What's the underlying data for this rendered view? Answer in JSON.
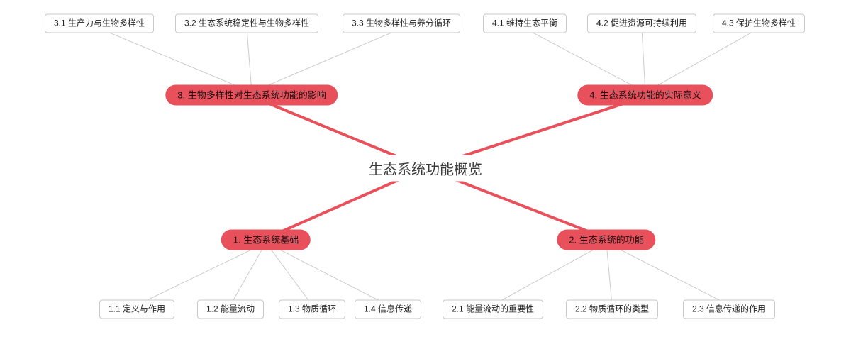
{
  "root": {
    "label": "生态系统功能概览"
  },
  "branches": [
    {
      "label": "1. 生态系统基础",
      "children": [
        {
          "label": "1.1 定义与作用"
        },
        {
          "label": "1.2 能量流动"
        },
        {
          "label": "1.3 物质循环"
        },
        {
          "label": "1.4 信息传递"
        }
      ]
    },
    {
      "label": "2. 生态系统的功能",
      "children": [
        {
          "label": "2.1 能量流动的重要性"
        },
        {
          "label": "2.2 物质循环的类型"
        },
        {
          "label": "2.3 信息传递的作用"
        }
      ]
    },
    {
      "label": "3. 生物多样性对生态系统功能的影响",
      "children": [
        {
          "label": "3.1 生产力与生物多样性"
        },
        {
          "label": "3.2 生态系统稳定性与生物多样性"
        },
        {
          "label": "3.3 生物多样性与养分循环"
        }
      ]
    },
    {
      "label": "4. 生态系统功能的实际意义",
      "children": [
        {
          "label": "4.1 维持生态平衡"
        },
        {
          "label": "4.2 促进资源可持续利用"
        },
        {
          "label": "4.3 保护生物多样性"
        }
      ]
    }
  ],
  "colors": {
    "branch_fill": "#e8505b",
    "edge_primary": "#e8505b",
    "edge_secondary": "#cccccc",
    "leaf_border": "#c9c9c9"
  }
}
